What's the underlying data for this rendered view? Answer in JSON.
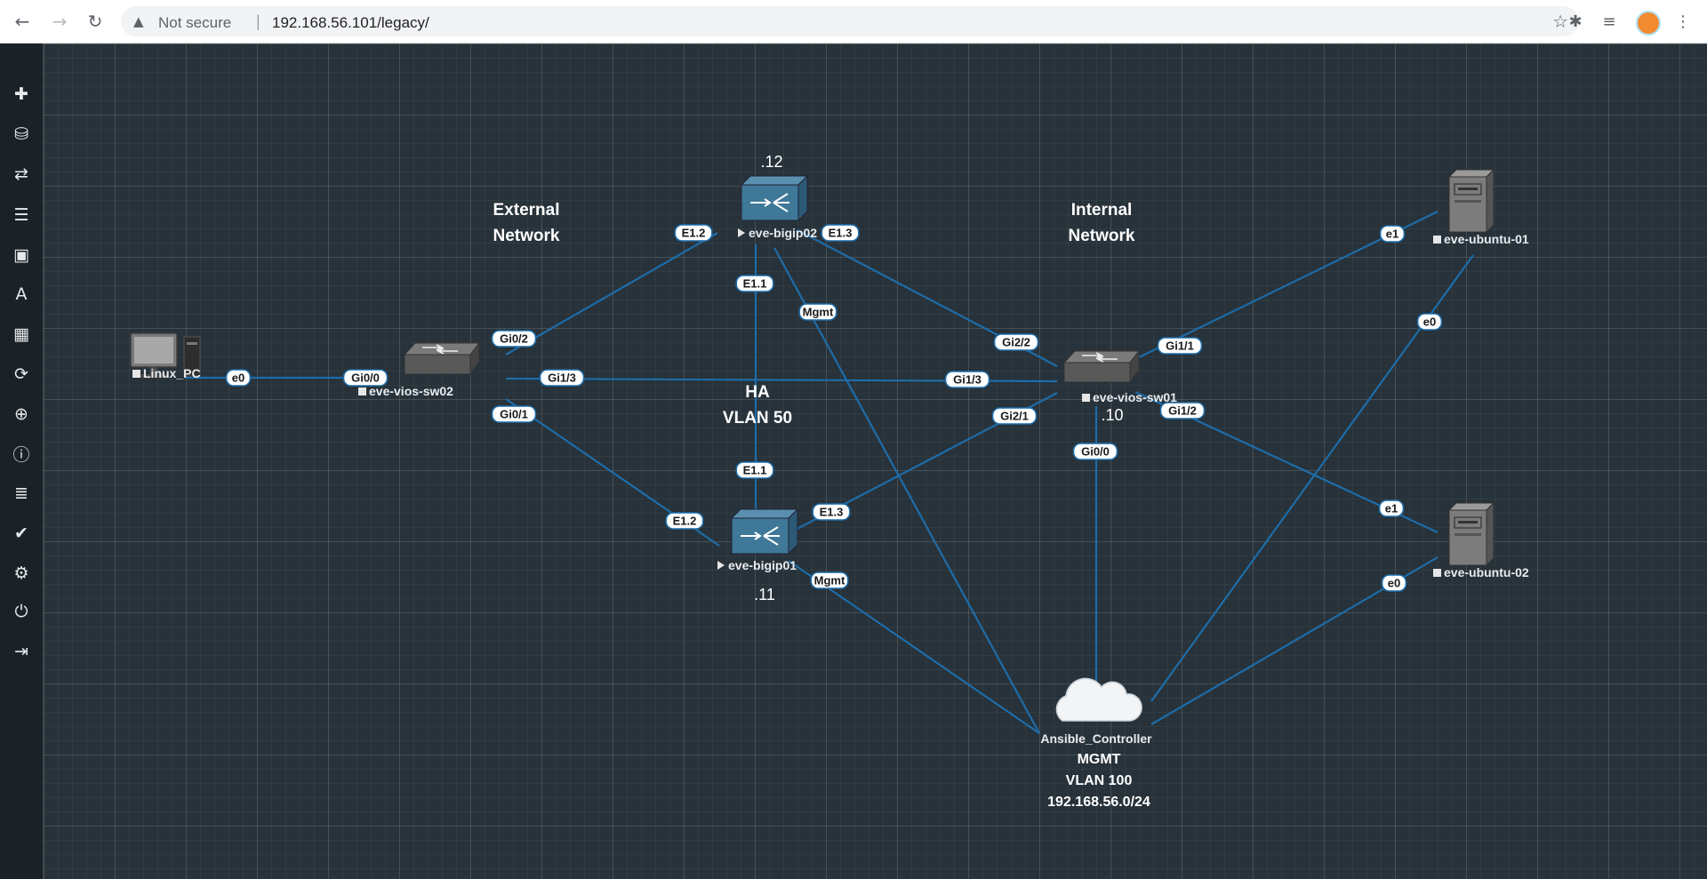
{
  "browser": {
    "security_text": "Not secure",
    "separator": "|",
    "url": "192.168.56.101/legacy/"
  },
  "sidebar": {
    "items": [
      {
        "icon": "plus-icon",
        "glyph": "✚"
      },
      {
        "icon": "drive-icon",
        "glyph": "⛁"
      },
      {
        "icon": "transfer-arrows-icon",
        "glyph": "⇄"
      },
      {
        "icon": "align-left-icon",
        "glyph": "☰"
      },
      {
        "icon": "picture-icon",
        "glyph": "▣"
      },
      {
        "icon": "text-font-icon",
        "glyph": "A"
      },
      {
        "icon": "grid-icon",
        "glyph": "▦"
      },
      {
        "icon": "refresh-icon",
        "glyph": "⟳"
      },
      {
        "icon": "zoom-in-icon",
        "glyph": "⊕"
      },
      {
        "icon": "info-icon",
        "glyph": "ⓘ"
      },
      {
        "icon": "list-icon",
        "glyph": "≣"
      },
      {
        "icon": "check-circle-icon",
        "glyph": "✔"
      },
      {
        "icon": "gear-icon",
        "glyph": "⚙"
      },
      {
        "icon": "power-icon",
        "glyph": "⏻"
      },
      {
        "icon": "sign-out-icon",
        "glyph": "⇥"
      }
    ]
  },
  "topology": {
    "colors": {
      "link": "#1e6ca8",
      "label_bg": "#ffffff",
      "label_border": "#1e6ca8",
      "device_fill": "#3f7898",
      "switch_fill": "#595959",
      "text": "#ffffff"
    },
    "text_annotations": [
      {
        "id": "external-network",
        "text": "External\nNetwork"
      },
      {
        "id": "internal-network",
        "text": "Internal\nNetwork"
      },
      {
        "id": "ha-vlan",
        "text": "HA\nVLAN 50"
      },
      {
        "id": "mgmt-vlan",
        "text": "MGMT\nVLAN 100\n192.168.56.0/24"
      },
      {
        "id": "ip-12",
        "text": ".12"
      },
      {
        "id": "ip-11",
        "text": ".11"
      },
      {
        "id": "ip-10",
        "text": ".10"
      }
    ],
    "nodes": [
      {
        "id": "linux-pc",
        "type": "pc",
        "name": "Linux_PC",
        "status": "stopped"
      },
      {
        "id": "sw02",
        "type": "switch",
        "name": "eve-vios-sw02",
        "status": "stopped"
      },
      {
        "id": "sw01",
        "type": "switch",
        "name": "eve-vios-sw01",
        "status": "stopped"
      },
      {
        "id": "bigip02",
        "type": "loadbalancer",
        "name": "eve-bigip02",
        "status": "running"
      },
      {
        "id": "bigip01",
        "type": "loadbalancer",
        "name": "eve-bigip01",
        "status": "running"
      },
      {
        "id": "ubuntu01",
        "type": "server",
        "name": "eve-ubuntu-01",
        "status": "stopped"
      },
      {
        "id": "ubuntu02",
        "type": "server",
        "name": "eve-ubuntu-02",
        "status": "stopped"
      },
      {
        "id": "ansible",
        "type": "cloud",
        "name": "Ansible_Controller",
        "status": "none"
      }
    ],
    "links": [
      {
        "from": "linux-pc",
        "to": "sw02",
        "labels": [
          "e0",
          "Gi0/0"
        ]
      },
      {
        "from": "sw02",
        "to": "bigip02",
        "labels": [
          "Gi0/2",
          "E1.2"
        ]
      },
      {
        "from": "sw02",
        "to": "bigip01",
        "labels": [
          "Gi0/1",
          "E1.2"
        ]
      },
      {
        "from": "sw02",
        "to": "sw01",
        "labels": [
          "Gi1/3",
          "Gi1/3"
        ]
      },
      {
        "from": "bigip02",
        "to": "bigip01",
        "labels": [
          "E1.1",
          "E1.1"
        ]
      },
      {
        "from": "bigip02",
        "to": "sw01",
        "labels": [
          "E1.3",
          "Gi2/2"
        ]
      },
      {
        "from": "bigip01",
        "to": "sw01",
        "labels": [
          "E1.3",
          "Gi2/1"
        ]
      },
      {
        "from": "bigip02",
        "to": "ansible",
        "labels": [
          "Mgmt"
        ]
      },
      {
        "from": "bigip01",
        "to": "ansible",
        "labels": [
          "Mgmt"
        ]
      },
      {
        "from": "sw01",
        "to": "ansible",
        "labels": [
          "Gi0/0"
        ]
      },
      {
        "from": "sw01",
        "to": "ubuntu01",
        "labels": [
          "Gi1/1",
          "e1"
        ]
      },
      {
        "from": "sw01",
        "to": "ubuntu02",
        "labels": [
          "Gi1/2",
          "e1"
        ]
      },
      {
        "from": "ansible",
        "to": "ubuntu01",
        "labels": [
          "e0"
        ]
      },
      {
        "from": "ansible",
        "to": "ubuntu02",
        "labels": [
          "e0"
        ]
      }
    ]
  }
}
